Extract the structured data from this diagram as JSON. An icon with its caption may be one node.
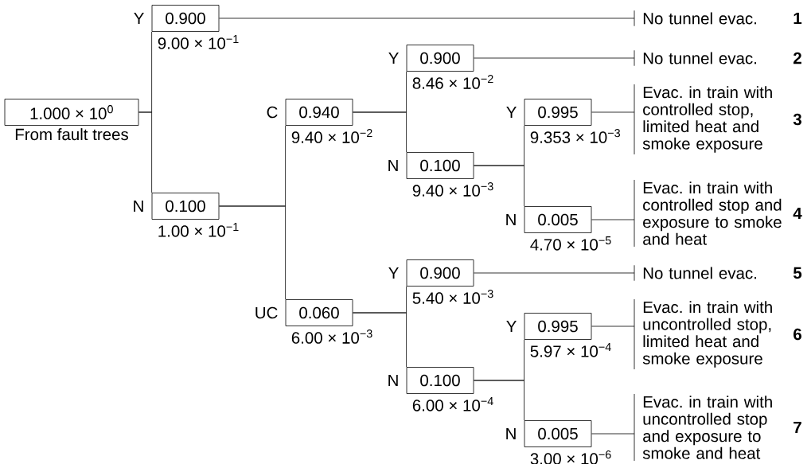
{
  "diagram": {
    "nodes": [
      {
        "text": [
          "1.000 × 10$^{0}$"
        ],
        "beside": [
          "From fault trees"
        ]
      },
      {
        "text": [
          "0.900"
        ],
        "beside": [
          "Y",
          "9.00 × 10$^{−1}$"
        ]
      },
      {
        "text": [
          "0.100"
        ],
        "beside": [
          "N",
          "1.00 × 10$^{−1}$"
        ]
      },
      {
        "text": [
          "0.940"
        ],
        "beside": [
          "C",
          "9.40 × 10$^{−2}$"
        ]
      },
      {
        "text": [
          "0.060"
        ],
        "beside": [
          "UC",
          "6.00 × 10$^{−3}$"
        ]
      },
      {
        "text": [
          "0.900"
        ],
        "beside": [
          "Y",
          "8.46 × 10$^{−2}$"
        ]
      },
      {
        "text": [
          "0.100"
        ],
        "beside": [
          "N",
          "9.40 × 10$^{−3}$"
        ]
      },
      {
        "text": [
          "0.995"
        ],
        "beside": [
          "Y",
          "9.353 × 10$^{−3}$"
        ]
      },
      {
        "text": [
          "0.005"
        ],
        "beside": [
          "N",
          "4.70 × 10$^{−5}$"
        ]
      },
      {
        "text": [
          "0.900"
        ],
        "beside": [
          "Y",
          "5.40 × 10$^{−3}$"
        ]
      },
      {
        "text": [
          "0.100"
        ],
        "beside": [
          "N",
          "6.00 × 10$^{−4}$"
        ]
      },
      {
        "text": [
          "0.995"
        ],
        "beside": [
          "Y",
          "5.97 × 10$^{−4}$"
        ]
      },
      {
        "text": [
          "0.005"
        ],
        "beside": [
          "N",
          "3.00 × 10$^{−6}$"
        ]
      },
      {
        "text": [
          "No tunnel evac."
        ],
        "beside": [
          "1"
        ]
      },
      {
        "text": [
          "No tunnel evac."
        ],
        "beside": [
          "2"
        ]
      },
      {
        "text": [
          "Evac. in train with controlled stop, limited heat and smoke exposure"
        ],
        "beside": [
          "3"
        ]
      },
      {
        "text": [
          "Evac. in train with controlled stop and exposure to smoke and heat"
        ],
        "beside": [
          "4"
        ]
      },
      {
        "text": [
          "No tunnel evac."
        ],
        "beside": [
          "5"
        ]
      },
      {
        "text": [
          "Evac. in train with uncontrolled stop, limited heat and smoke exposure"
        ],
        "beside": [
          "6"
        ]
      },
      {
        "text": [
          "Evac. in train with uncontrolled stop and exposure to smoke and heat"
        ],
        "beside": [
          "7"
        ]
      }
    ],
    "edges": [
      {
        "from": 0,
        "to": 1,
        "arrow": "none"
      },
      {
        "from": 0,
        "to": 2,
        "arrow": "none"
      },
      {
        "from": 2,
        "to": 3,
        "arrow": "none"
      },
      {
        "from": 2,
        "to": 4,
        "arrow": "none"
      },
      {
        "from": 3,
        "to": 5,
        "arrow": "none"
      },
      {
        "from": 3,
        "to": 6,
        "arrow": "none"
      },
      {
        "from": 6,
        "to": 7,
        "arrow": "none"
      },
      {
        "from": 6,
        "to": 8,
        "arrow": "none"
      },
      {
        "from": 4,
        "to": 9,
        "arrow": "none"
      },
      {
        "from": 4,
        "to": 10,
        "arrow": "none"
      },
      {
        "from": 10,
        "to": 11,
        "arrow": "none"
      },
      {
        "from": 10,
        "to": 12,
        "arrow": "none"
      },
      {
        "from": 1,
        "to": 13,
        "arrow": "none"
      },
      {
        "from": 5,
        "to": 14,
        "arrow": "none"
      },
      {
        "from": 7,
        "to": 15,
        "arrow": "none"
      },
      {
        "from": 8,
        "to": 16,
        "arrow": "none"
      },
      {
        "from": 9,
        "to": 17,
        "arrow": "none"
      },
      {
        "from": 11,
        "to": 18,
        "arrow": "none"
      },
      {
        "from": 12,
        "to": 19,
        "arrow": "none"
      }
    ]
  }
}
